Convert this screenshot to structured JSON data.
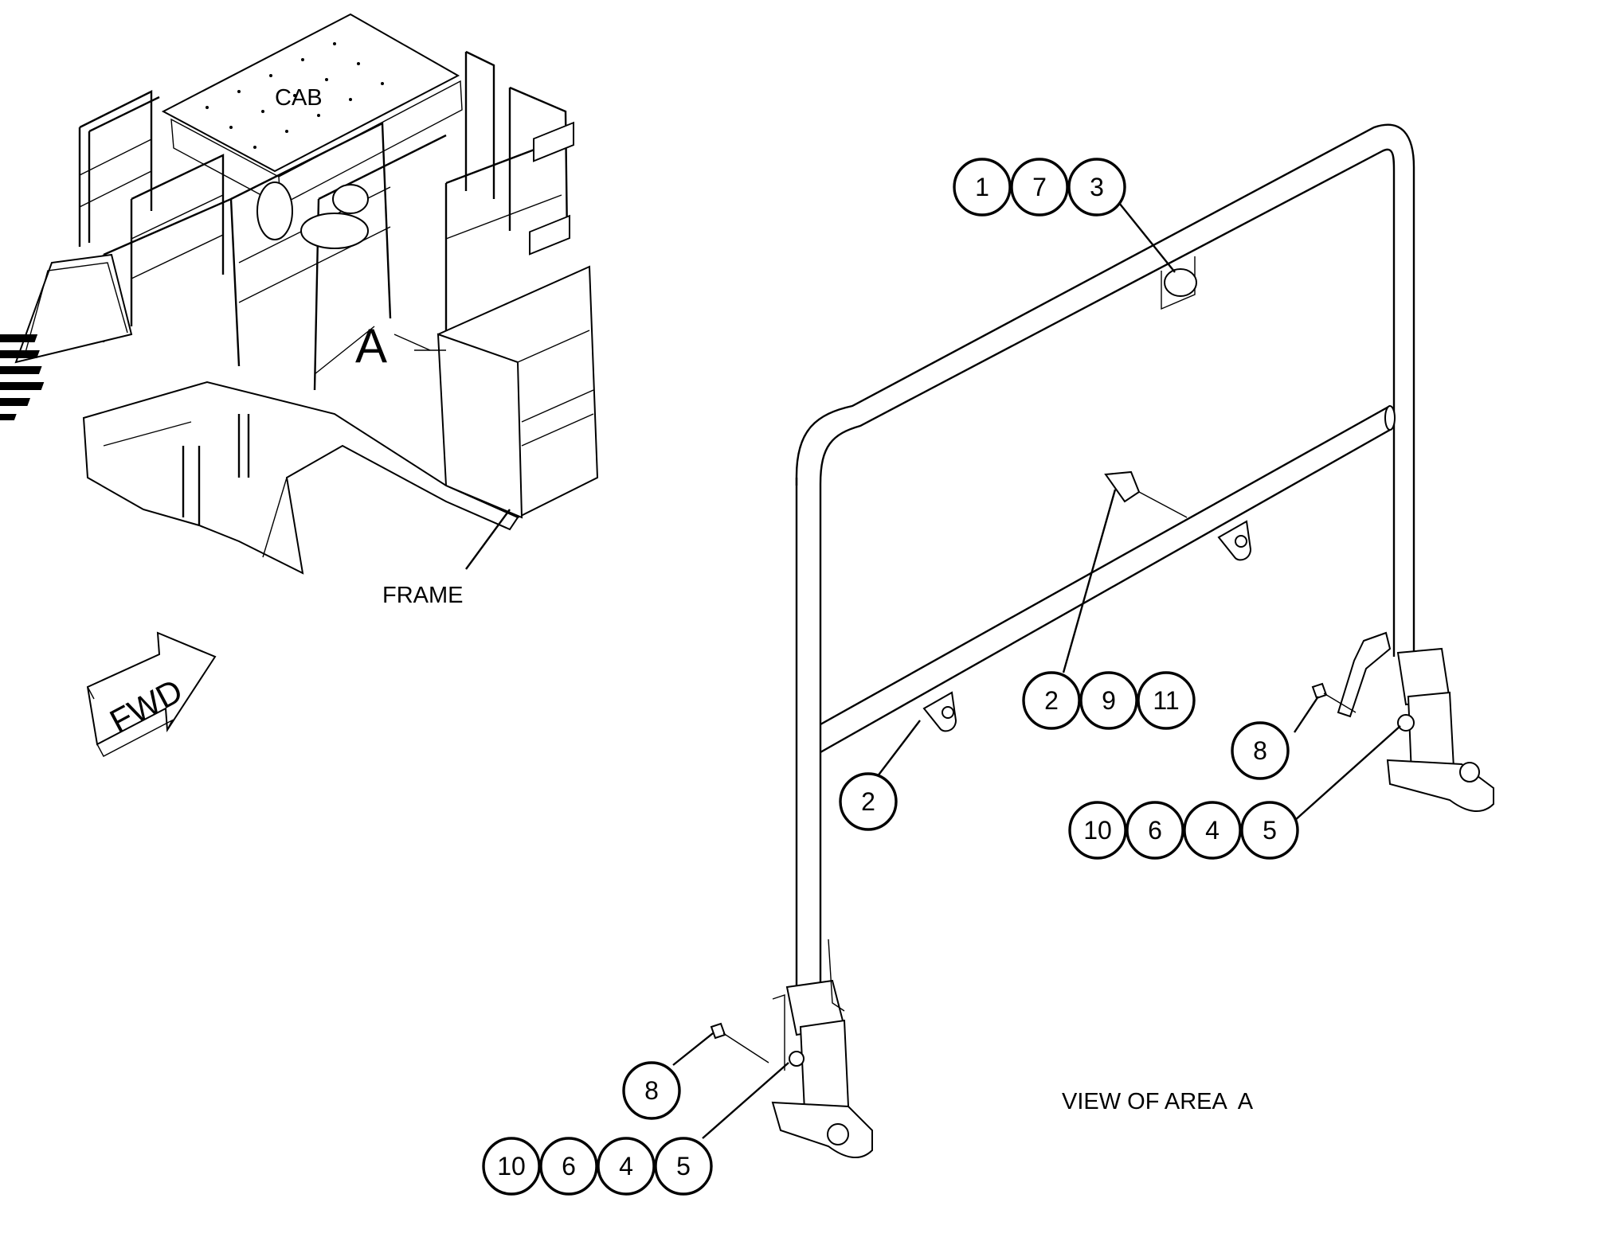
{
  "labels": {
    "cab": "CAB",
    "area_marker": "A",
    "frame": "FRAME",
    "fwd": "FWD",
    "view_title": "VIEW OF AREA  A"
  },
  "callouts": {
    "c173": [
      "1",
      "7",
      "3"
    ],
    "c2911": [
      "2",
      "9",
      "11"
    ],
    "c2": [
      "2"
    ],
    "c8r": [
      "8"
    ],
    "c8l": [
      "8"
    ],
    "c10645r": [
      "10",
      "6",
      "4",
      "5"
    ],
    "c10645l": [
      "10",
      "6",
      "4",
      "5"
    ]
  }
}
